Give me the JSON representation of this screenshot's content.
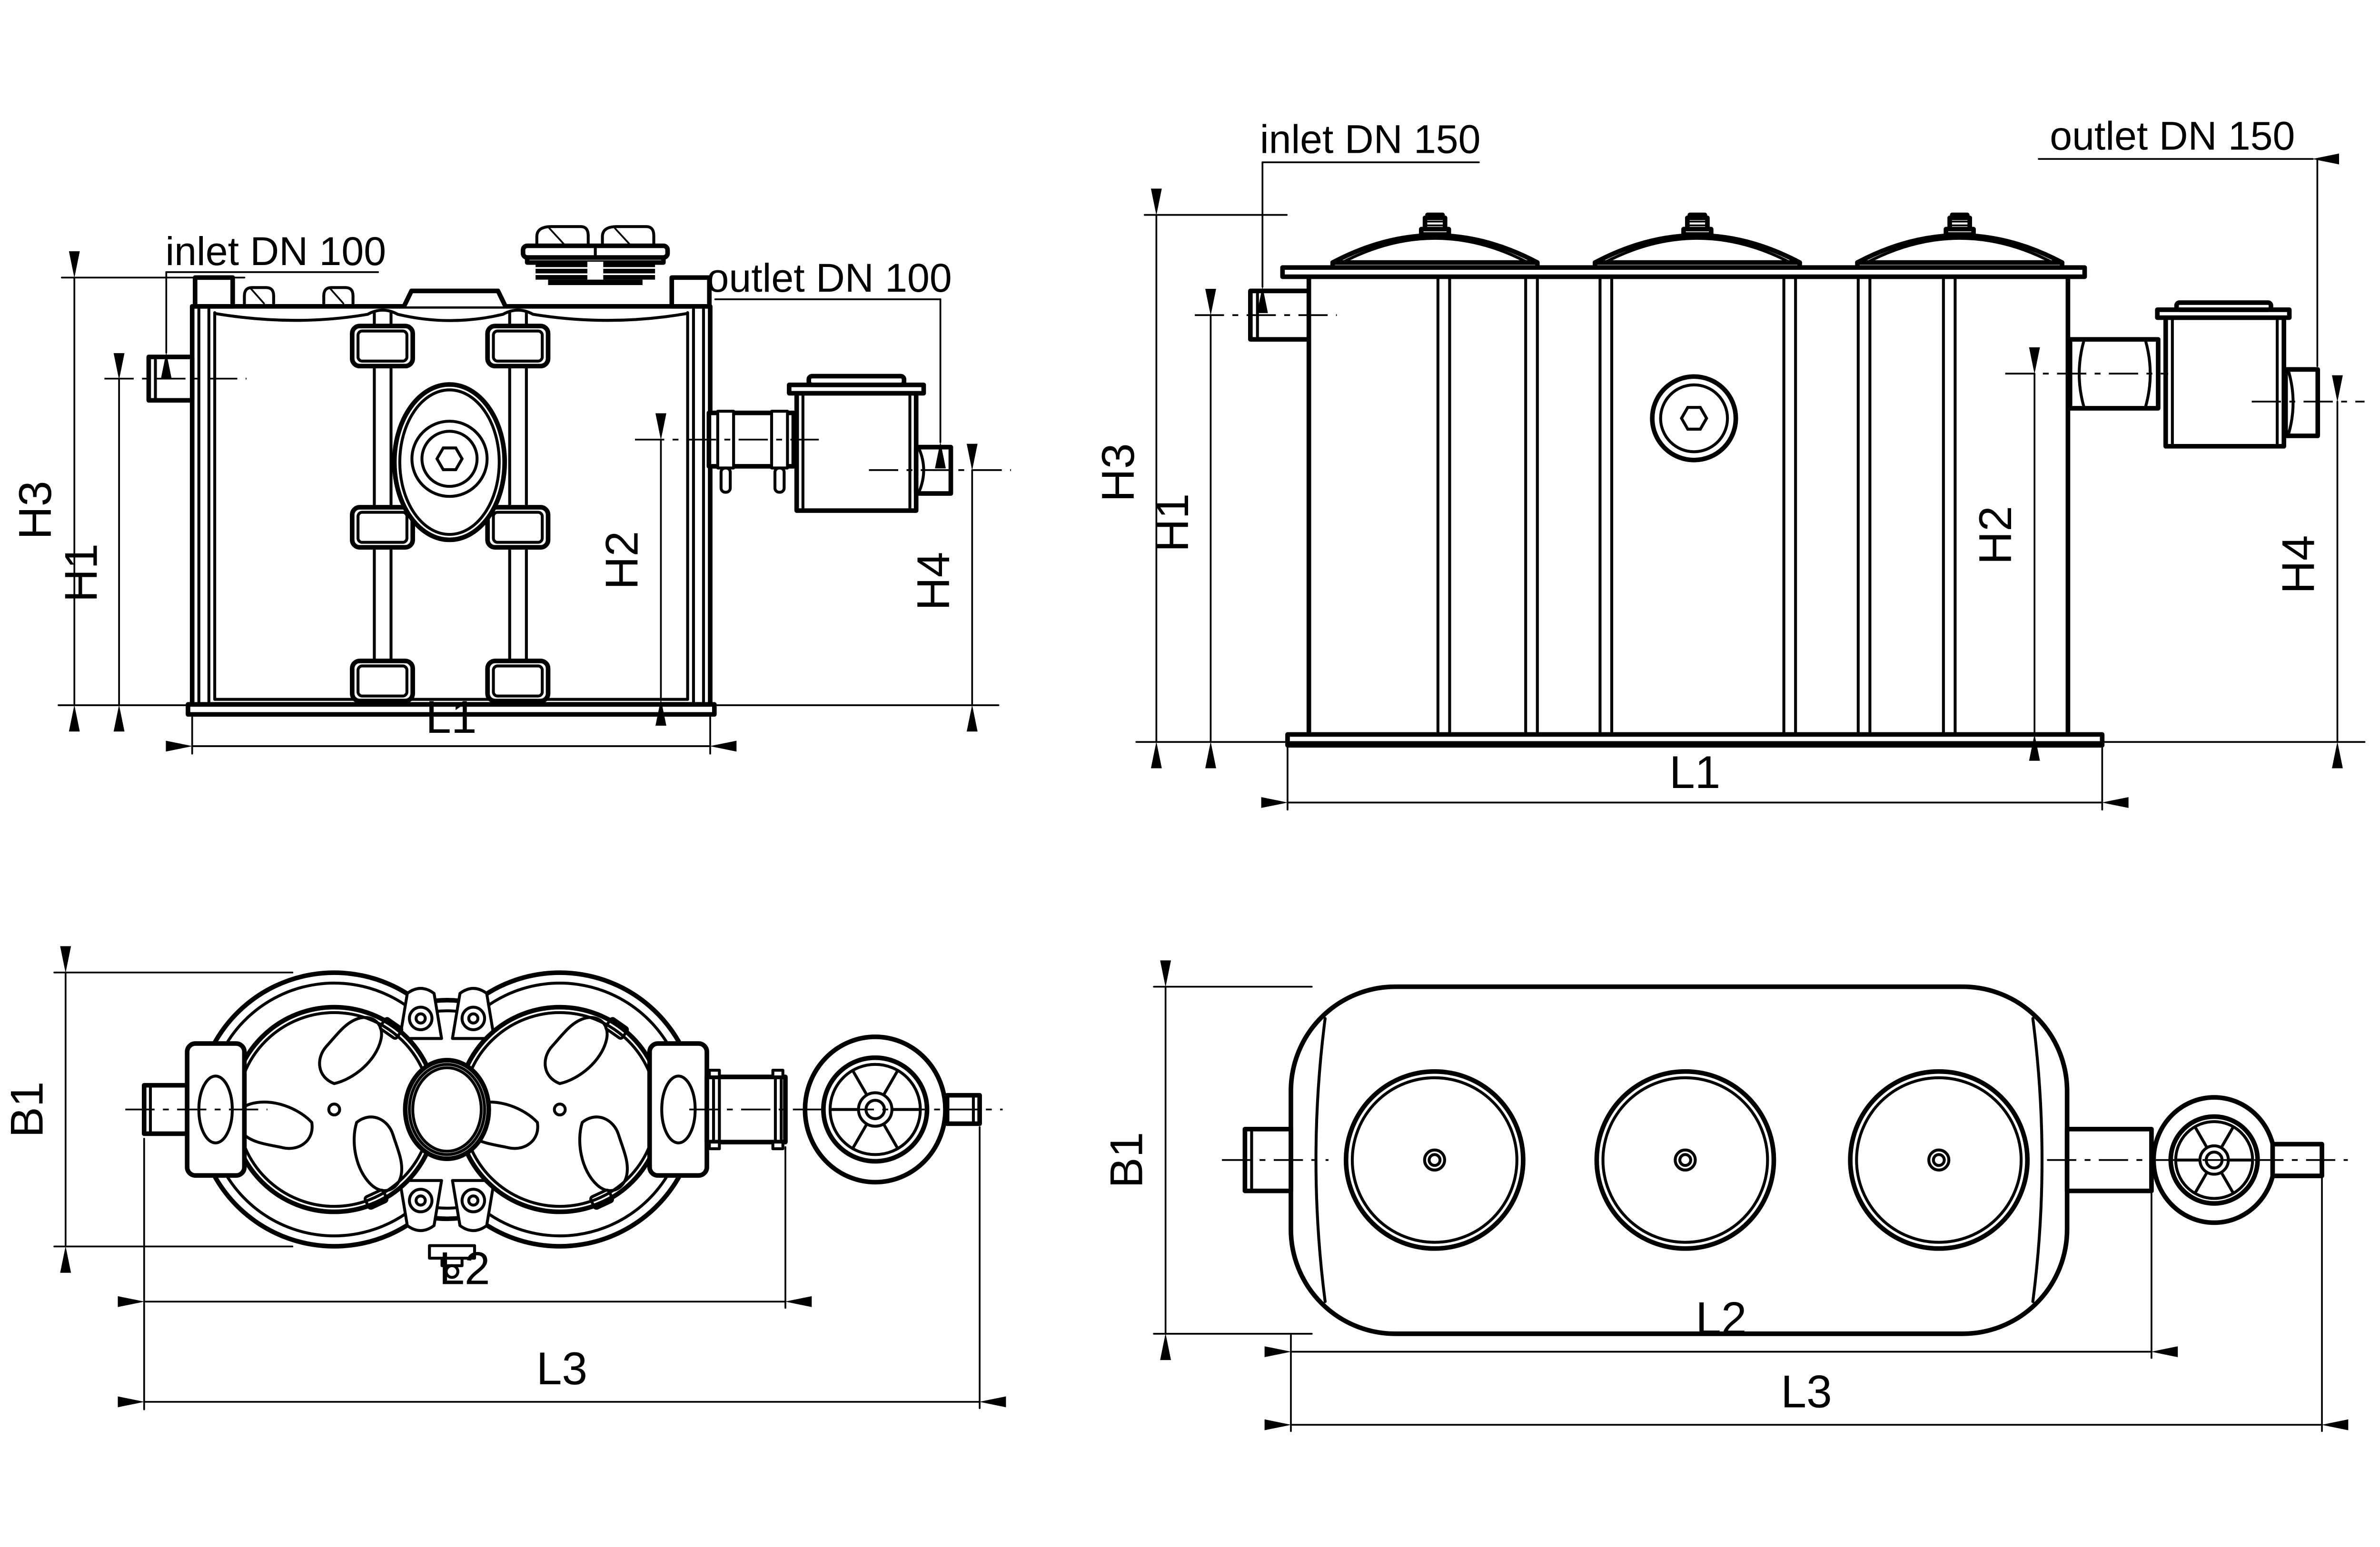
{
  "page": {
    "background": "#ffffff",
    "line_color": "#000000"
  },
  "views": {
    "front_dn100": {
      "inlet_label": "inlet DN 100",
      "outlet_label": "outlet DN 100",
      "dims": {
        "h3": "H3",
        "h1": "H1",
        "h2": "H2",
        "h4": "H4",
        "l1": "L1"
      }
    },
    "front_dn150": {
      "inlet_label": "inlet DN 150",
      "outlet_label": "outlet DN 150",
      "dims": {
        "h3": "H3",
        "h1": "H1",
        "h2": "H2",
        "h4": "H4",
        "l1": "L1"
      }
    },
    "top_dn100": {
      "dims": {
        "b1": "B1",
        "l2": "L2",
        "l3": "L3"
      }
    },
    "top_dn150": {
      "dims": {
        "b1": "B1",
        "l2": "L2",
        "l3": "L3"
      }
    }
  }
}
